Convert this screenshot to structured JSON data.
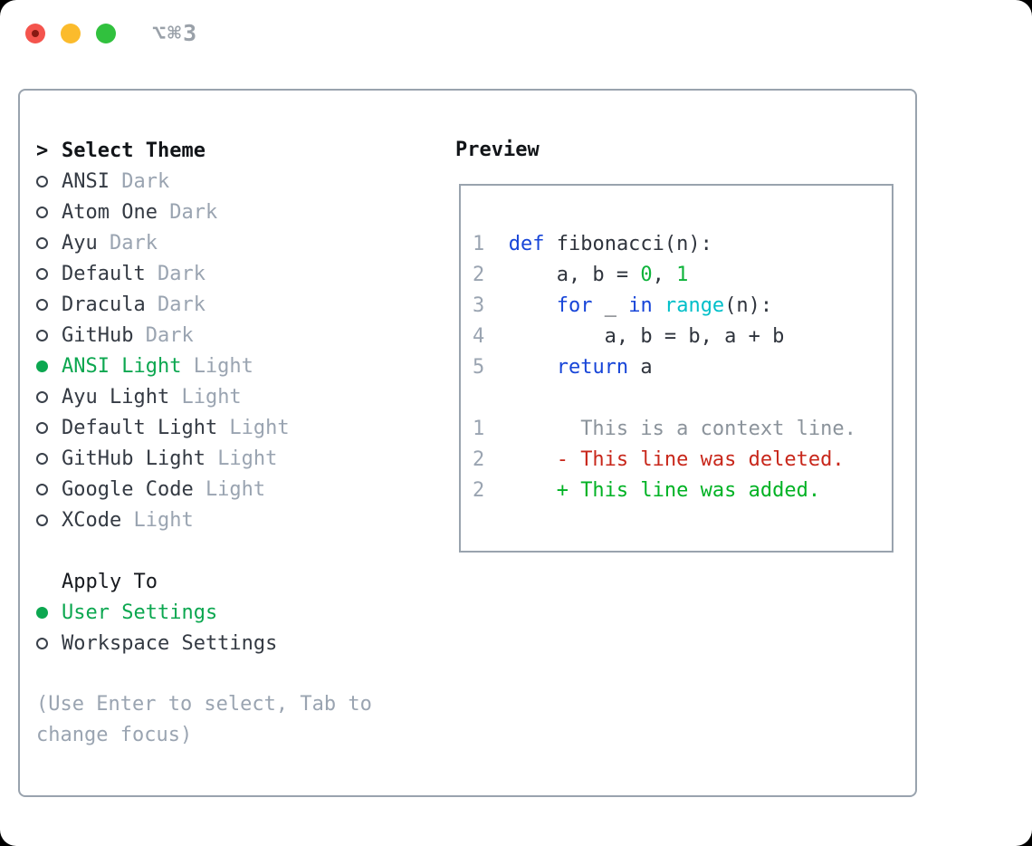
{
  "window": {
    "title": "⌥⌘3",
    "traffic_lights": [
      {
        "name": "close",
        "color": "#f4544d"
      },
      {
        "name": "minimize",
        "color": "#fbbb2c"
      },
      {
        "name": "zoom",
        "color": "#31c13e"
      }
    ]
  },
  "theme_picker": {
    "prompt_marker": ">",
    "header_label": "Select Theme",
    "items": [
      {
        "name": "ANSI",
        "variant": "Dark",
        "selected": false
      },
      {
        "name": "Atom One",
        "variant": "Dark",
        "selected": false
      },
      {
        "name": "Ayu",
        "variant": "Dark",
        "selected": false
      },
      {
        "name": "Default",
        "variant": "Dark",
        "selected": false
      },
      {
        "name": "Dracula",
        "variant": "Dark",
        "selected": false
      },
      {
        "name": "GitHub",
        "variant": "Dark",
        "selected": false
      },
      {
        "name": "ANSI Light",
        "variant": "Light",
        "selected": true
      },
      {
        "name": "Ayu Light",
        "variant": "Light",
        "selected": false
      },
      {
        "name": "Default Light",
        "variant": "Light",
        "selected": false
      },
      {
        "name": "GitHub Light",
        "variant": "Light",
        "selected": false
      },
      {
        "name": "Google Code",
        "variant": "Light",
        "selected": false
      },
      {
        "name": "XCode",
        "variant": "Light",
        "selected": false
      }
    ]
  },
  "apply_to": {
    "label": "Apply To",
    "options": [
      {
        "label": "User Settings",
        "selected": true
      },
      {
        "label": "Workspace Settings",
        "selected": false
      }
    ]
  },
  "footer_hint_lines": [
    "(Use Enter to select, Tab to",
    "change focus)"
  ],
  "preview": {
    "label": "Preview",
    "code_lines": [
      {
        "num": "1",
        "segments": [
          {
            "t": "def",
            "c": "kw"
          },
          {
            "t": " fibonacci(n):",
            "c": "fg"
          }
        ]
      },
      {
        "num": "2",
        "segments": [
          {
            "t": "    a, b = ",
            "c": "fg"
          },
          {
            "t": "0",
            "c": "lit"
          },
          {
            "t": ", ",
            "c": "fg"
          },
          {
            "t": "1",
            "c": "lit"
          }
        ]
      },
      {
        "num": "3",
        "segments": [
          {
            "t": "    ",
            "c": "fg"
          },
          {
            "t": "for",
            "c": "kw"
          },
          {
            "t": " _ ",
            "c": "fg"
          },
          {
            "t": "in",
            "c": "kw"
          },
          {
            "t": " ",
            "c": "fg"
          },
          {
            "t": "range",
            "c": "bi"
          },
          {
            "t": "(n):",
            "c": "fg"
          }
        ]
      },
      {
        "num": "4",
        "segments": [
          {
            "t": "        a, b = b, a + b",
            "c": "fg"
          }
        ]
      },
      {
        "num": "5",
        "segments": [
          {
            "t": "    ",
            "c": "fg"
          },
          {
            "t": "return",
            "c": "kw"
          },
          {
            "t": " a",
            "c": "fg"
          }
        ]
      },
      {
        "num": "",
        "segments": []
      },
      {
        "num": "1",
        "segments": [
          {
            "t": "      This is a context line.",
            "c": "ctx"
          }
        ]
      },
      {
        "num": "2",
        "segments": [
          {
            "t": "    - This line was deleted.",
            "c": "del"
          }
        ]
      },
      {
        "num": "2",
        "segments": [
          {
            "t": "    + This line was added.",
            "c": "add"
          }
        ]
      }
    ]
  },
  "colors": {
    "selection_green": "#0ca750",
    "keyword_blue": "#1745d8",
    "builtin_cyan": "#00bfc9",
    "literal_green": "#0db33a",
    "added_green": "#00b224",
    "deleted_red": "#c8271b",
    "muted_gray": "#9aa4b1",
    "box_border_gray": "#99a3ae",
    "text_dark": "#343a43"
  }
}
